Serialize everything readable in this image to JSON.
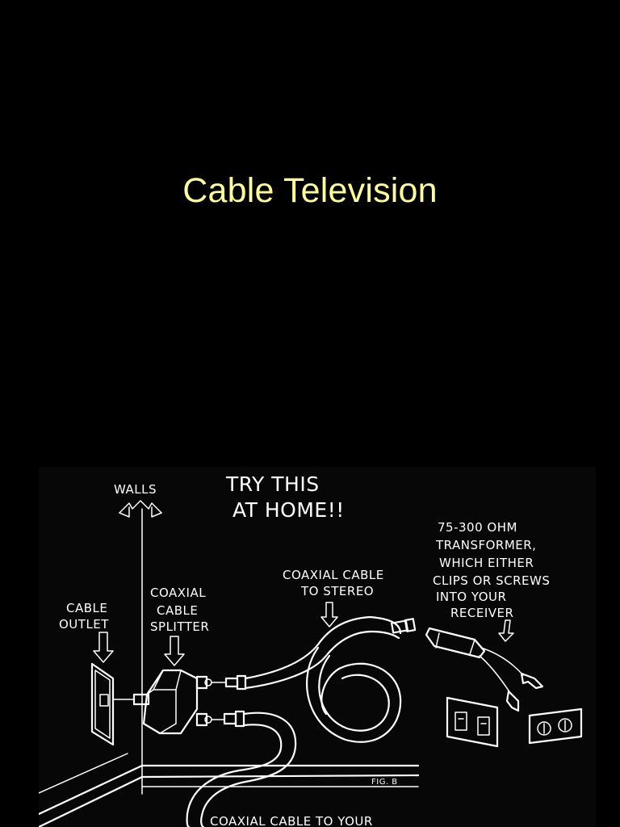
{
  "slide": {
    "title": "Cable Television",
    "title_color": "#ffff99",
    "background": "#000000"
  },
  "sketch": {
    "line_color": "#ffffff",
    "labels": {
      "walls": "WALLS",
      "try_line1": "TRY THIS",
      "try_line2": "AT HOME!!",
      "transformer_lines": [
        "75-300 OHM",
        "TRANSFORMER,",
        "WHICH EITHER",
        "CLIPS OR SCREWS",
        "INTO YOUR",
        "RECEIVER"
      ],
      "coax_stereo_lines": [
        "COAXIAL CABLE",
        "TO STEREO"
      ],
      "outlet_lines": [
        "CABLE",
        "OUTLET"
      ],
      "splitter_lines": [
        "COAXIAL",
        "CABLE",
        "SPLITTER"
      ],
      "coax_bottom": "COAXIAL CABLE TO YOUR",
      "figure_tag": "FIG. B"
    }
  }
}
